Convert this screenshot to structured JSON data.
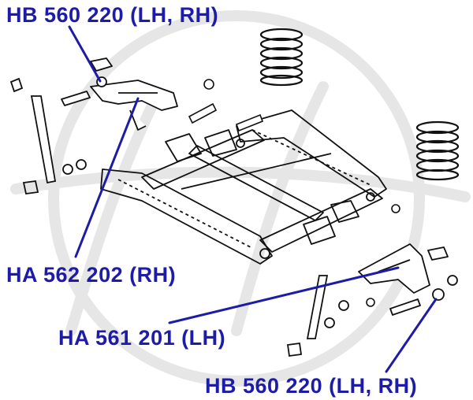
{
  "labels": {
    "top_part": "HB 560 220 (LH, RH)",
    "rh_arm": "HA 562 202 (RH)",
    "lh_arm": "HA 561 201 (LH)",
    "bottom_part": "HB 560 220 (LH, RH)"
  },
  "colors": {
    "callout_text": "#1c1ca8",
    "leader_line": "#1c1ca8",
    "drawing_line": "#111111",
    "watermark": "#e2e2e2"
  },
  "icons": {
    "watermark": "circle-h-watermark-icon"
  }
}
